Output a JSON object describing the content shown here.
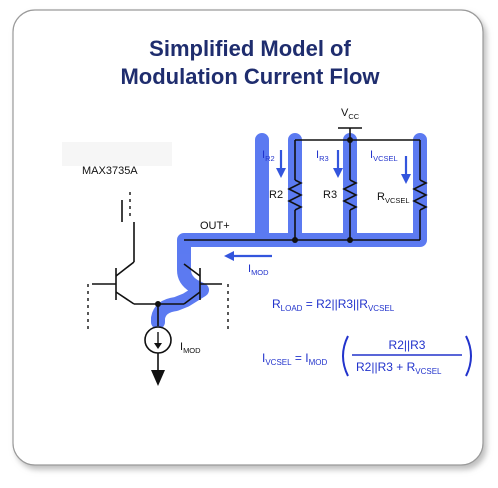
{
  "title": {
    "line1": "Simplified Model of",
    "line2": "Modulation Current Flow"
  },
  "labels": {
    "chip": "MAX3735A",
    "vcc": "V",
    "vcc_sub": "CC",
    "out": "OUT+",
    "r2": "R2",
    "r3": "R3",
    "rvcsel": "R",
    "rvcsel_sub": "VCSEL"
  },
  "currents": {
    "i_r2": "I",
    "i_r2_sub": "R2",
    "i_r3": "I",
    "i_r3_sub": "R3",
    "i_vcsel": "I",
    "i_vcsel_sub": "VCSEL",
    "i_mod": "I",
    "i_mod_sub": "MOD",
    "i_mod_src": "I",
    "i_mod_src_sub": "MOD"
  },
  "formulas": {
    "rload_lhs": "R",
    "rload_lhs_sub": "LOAD",
    "rload_rhs": " = R2||R3||R",
    "rload_rhs_sub": "VCSEL",
    "ivcsel_lhs": "I",
    "ivcsel_lhs_sub": "VCSEL",
    "ivcsel_eq": " = I",
    "ivcsel_eq_sub": "MOD",
    "numerator": "R2||R3",
    "denominator": "R2||R3 + R",
    "denominator_sub": "VCSEL"
  },
  "colors": {
    "title": "#1f2d6e",
    "highlight": "#4a6cf0",
    "arrow": "#3355dd",
    "formula": "#2233cc",
    "wire": "#111111"
  }
}
